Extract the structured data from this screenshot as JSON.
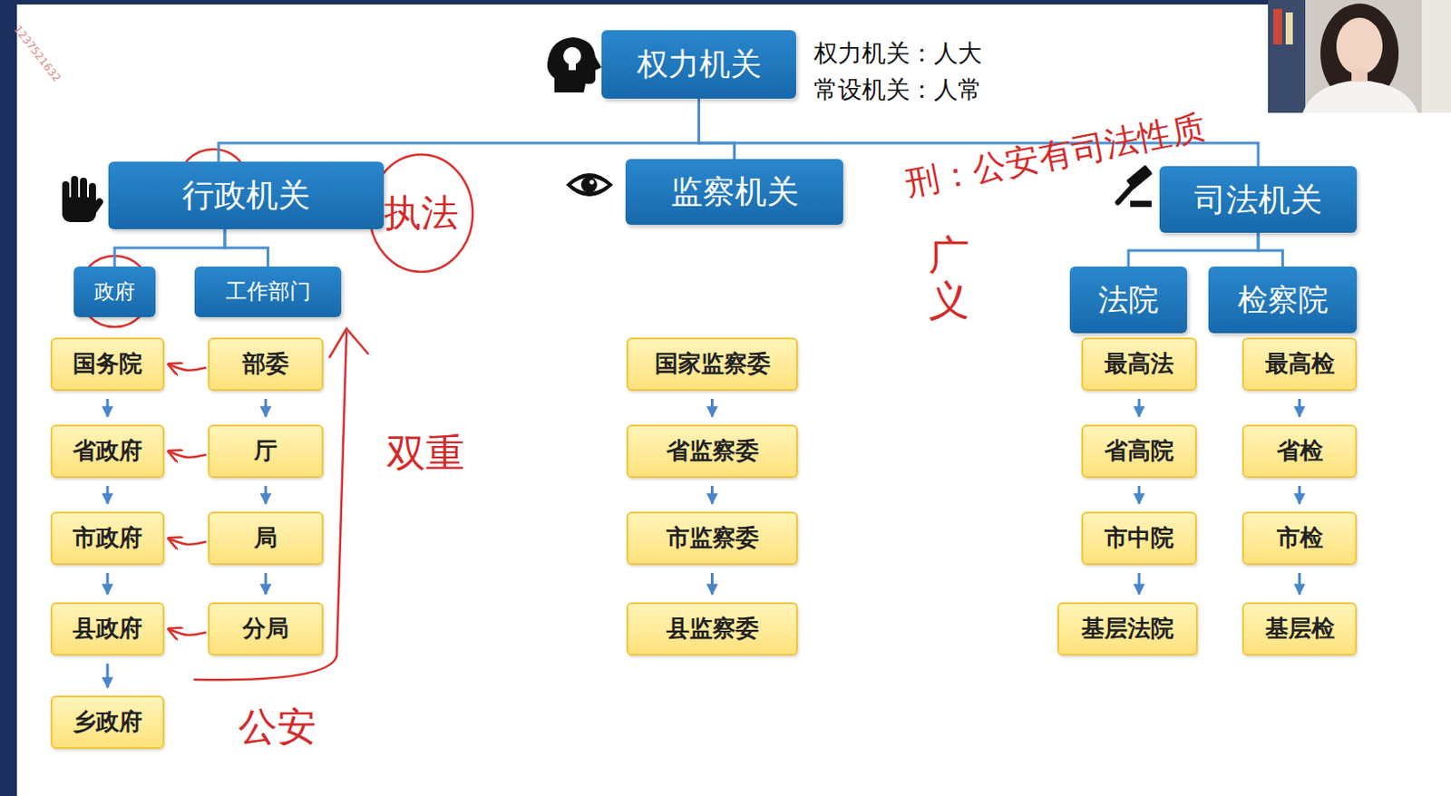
{
  "diagram": {
    "nodes": [
      {
        "text": [
          "权力机关"
        ]
      },
      {
        "text": [
          "行政机关"
        ]
      },
      {
        "text": [
          "监察机关"
        ]
      },
      {
        "text": [
          "司法机关"
        ]
      },
      {
        "text": [
          "政府"
        ]
      },
      {
        "text": [
          "工作部门"
        ]
      },
      {
        "text": [
          "法院"
        ]
      },
      {
        "text": [
          "检察院"
        ]
      },
      {
        "text": [
          "国务院"
        ]
      },
      {
        "text": [
          "部委"
        ]
      },
      {
        "text": [
          "国家监察委"
        ]
      },
      {
        "text": [
          "最高法"
        ]
      },
      {
        "text": [
          "最高检"
        ]
      },
      {
        "text": [
          "省政府"
        ]
      },
      {
        "text": [
          "厅"
        ]
      },
      {
        "text": [
          "省监察委"
        ]
      },
      {
        "text": [
          "省高院"
        ]
      },
      {
        "text": [
          "省检"
        ]
      },
      {
        "text": [
          "市政府"
        ]
      },
      {
        "text": [
          "局"
        ]
      },
      {
        "text": [
          "市监察委"
        ]
      },
      {
        "text": [
          "市中院"
        ]
      },
      {
        "text": [
          "市检"
        ]
      },
      {
        "text": [
          "县政府"
        ]
      },
      {
        "text": [
          "分局"
        ]
      },
      {
        "text": [
          "县监察委"
        ]
      },
      {
        "text": [
          "基层法院"
        ]
      },
      {
        "text": [
          "基层检"
        ]
      },
      {
        "text": [
          "乡政府"
        ]
      }
    ],
    "edges": [
      {
        "from": 0,
        "to": 1,
        "arrow": "none"
      },
      {
        "from": 0,
        "to": 2,
        "arrow": "none"
      },
      {
        "from": 0,
        "to": 3,
        "arrow": "none"
      },
      {
        "from": 1,
        "to": 4,
        "arrow": "none"
      },
      {
        "from": 1,
        "to": 5,
        "arrow": "none"
      },
      {
        "from": 3,
        "to": 6,
        "arrow": "none"
      },
      {
        "from": 3,
        "to": 7,
        "arrow": "none"
      },
      {
        "from": 8,
        "to": 13,
        "arrow": "to"
      },
      {
        "from": 13,
        "to": 18,
        "arrow": "to"
      },
      {
        "from": 18,
        "to": 23,
        "arrow": "to"
      },
      {
        "from": 23,
        "to": 28,
        "arrow": "to"
      },
      {
        "from": 9,
        "to": 14,
        "arrow": "to"
      },
      {
        "from": 14,
        "to": 19,
        "arrow": "to"
      },
      {
        "from": 19,
        "to": 24,
        "arrow": "to"
      },
      {
        "from": 10,
        "to": 15,
        "arrow": "to"
      },
      {
        "from": 15,
        "to": 20,
        "arrow": "to"
      },
      {
        "from": 20,
        "to": 25,
        "arrow": "to"
      },
      {
        "from": 11,
        "to": 16,
        "arrow": "to"
      },
      {
        "from": 16,
        "to": 21,
        "arrow": "to"
      },
      {
        "from": 21,
        "to": 26,
        "arrow": "to"
      },
      {
        "from": 12,
        "to": 17,
        "arrow": "to"
      },
      {
        "from": 17,
        "to": 22,
        "arrow": "to"
      },
      {
        "from": 22,
        "to": 27,
        "arrow": "to"
      },
      {
        "from": 9,
        "to": 8,
        "arrow": "to"
      },
      {
        "from": 14,
        "to": 13,
        "arrow": "to"
      },
      {
        "from": 19,
        "to": 18,
        "arrow": "to"
      },
      {
        "from": 24,
        "to": 23,
        "arrow": "to"
      }
    ],
    "labels": [
      "权力机关：人大",
      "常设机关：人常",
      "执法",
      "双重",
      "公安",
      "刑：公安有司法性质",
      "广义",
      "1237521632"
    ]
  }
}
